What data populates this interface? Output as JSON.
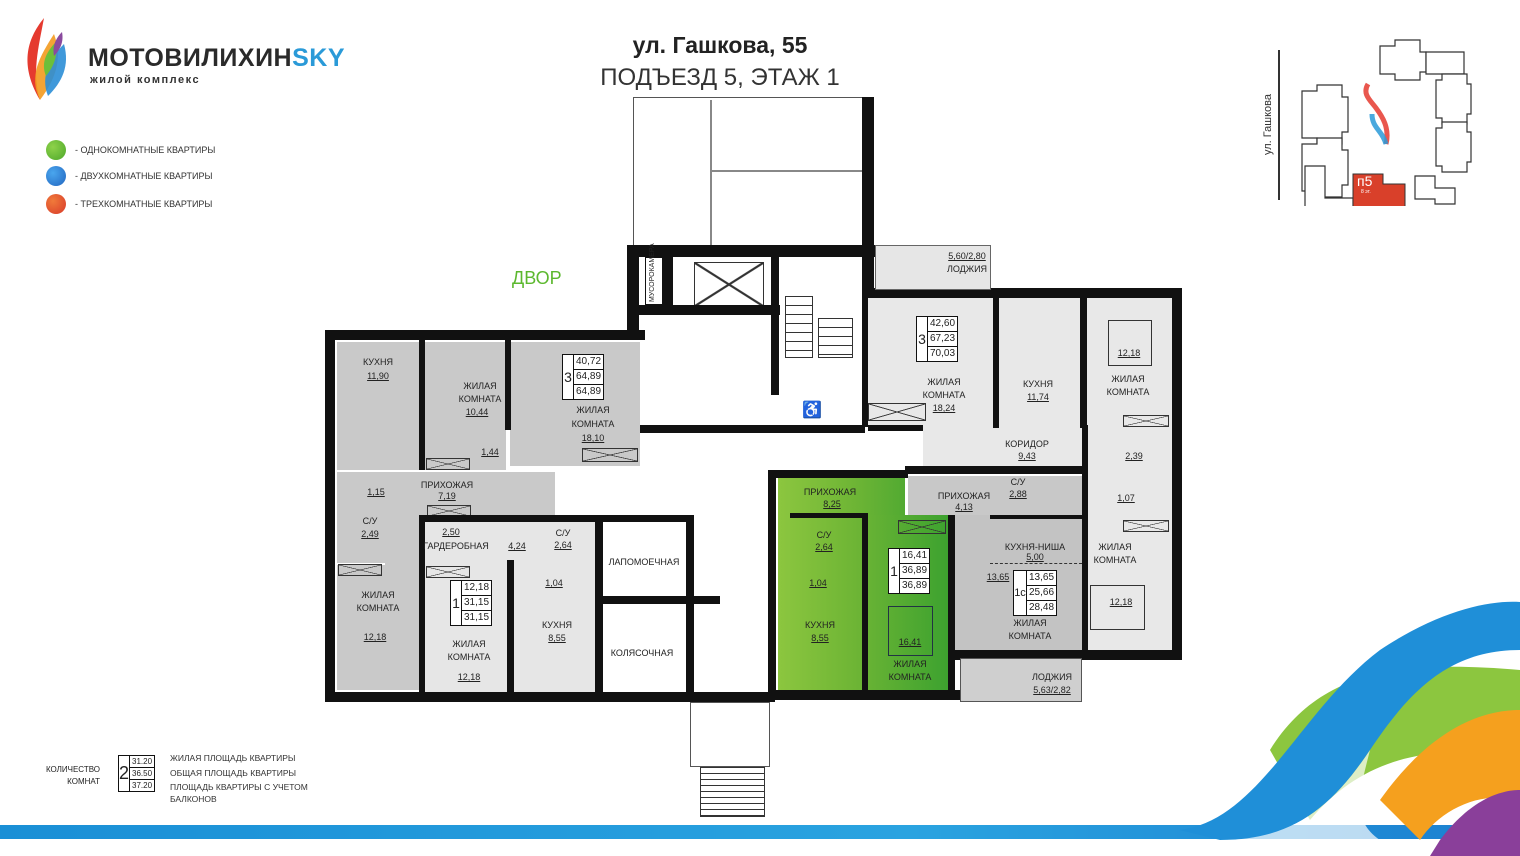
{
  "logo": {
    "name_main": "МОТОВИЛИХИН",
    "name_accent": "SKY",
    "subtitle": "жилой комплекс"
  },
  "header": {
    "address": "ул. Гашкова, 55",
    "entrance_floor": "ПОДЪЕЗД 5, ЭТАЖ 1"
  },
  "legend": [
    {
      "label": "- ОДНОКОМНАТНЫЕ КВАРТИРЫ",
      "color": "#5cb82e"
    },
    {
      "label": "- ДВУХКОМНАТНЫЕ КВАРТИРЫ",
      "color": "#2d7fd1"
    },
    {
      "label": "- ТРЕХКОМНАТНЫЕ КВАРТИРЫ",
      "color": "#e4502e"
    }
  ],
  "yard_label": "ДВОР",
  "key_map": {
    "street": "ул. Гашкова",
    "section": "п5",
    "floors": "8 эт."
  },
  "common": {
    "garbage": "МУСОРОКАМЕРА",
    "paw_wash": "ЛАПОМОЕЧНАЯ",
    "stroller": "КОЛЯСОЧНАЯ"
  },
  "apartments": {
    "left3": {
      "rooms": "3",
      "living": "40,72",
      "total": "64,89",
      "with_balcony": "64,89",
      "kitchen": "КУХНЯ",
      "kitchen_area": "11,90",
      "lr": "ЖИЛАЯ",
      "lr2": "КОМНАТА",
      "r1_area": "10,44",
      "r2_area": "18,10",
      "closet_area": "1,44",
      "hall": "ПРИХОЖАЯ",
      "hall_area": "7,19",
      "wc_area": "1,15",
      "bath": "С/У",
      "bath_area": "2,49",
      "r3_area": "12,18"
    },
    "left1": {
      "rooms": "1",
      "living": "12,18",
      "total": "31,15",
      "with_balcony": "31,15",
      "wardrobe": "ГАРДЕРОБНАЯ",
      "wardrobe_area": "2,50",
      "hall_area": "4,24",
      "bath": "С/У",
      "bath_area": "2,64",
      "wc_area": "1,04",
      "kitchen": "КУХНЯ",
      "kitchen_area": "8,55",
      "lr": "ЖИЛАЯ",
      "lr2": "КОМНАТА",
      "room_area": "12,18"
    },
    "green1": {
      "rooms": "1",
      "living": "16,41",
      "total": "36,89",
      "with_balcony": "36,89",
      "hall": "ПРИХОЖАЯ",
      "hall_area": "8,25",
      "bath": "С/У",
      "bath_area": "2,64",
      "wc_area": "1,04",
      "kitchen": "КУХНЯ",
      "kitchen_area": "8,55",
      "room_area": "16,41",
      "lr": "ЖИЛАЯ",
      "lr2": "КОМНАТА"
    },
    "right3": {
      "rooms": "3",
      "living": "42,60",
      "total": "67,23",
      "with_balcony": "70,03",
      "loggia": "ЛОДЖИЯ",
      "loggia_area": "5,60/2,80",
      "lr": "ЖИЛАЯ",
      "lr2": "КОМНАТА",
      "r1_area": "18,24",
      "kitchen": "КУХНЯ",
      "kitchen_area": "11,74",
      "r2_area": "12,18",
      "corridor": "КОРИДОР",
      "corridor_area": "9,43",
      "bath_area": "2,39",
      "wc_area": "1,07",
      "r3_area": "12,18"
    },
    "studio": {
      "rooms": "1с",
      "living": "13,65",
      "total": "25,66",
      "with_balcony": "28,48",
      "hall": "ПРИХОЖАЯ",
      "hall_area": "4,13",
      "bath": "С/У",
      "bath_area": "2,88",
      "niche": "КУХНЯ-НИША",
      "niche_area": "5,00",
      "room_area": "13,65",
      "lr": "ЖИЛАЯ",
      "lr2": "КОМНАТА",
      "loggia": "ЛОДЖИЯ",
      "loggia_area": "5,63/2,82"
    }
  },
  "key": {
    "label1": "КОЛИЧЕСТВО",
    "label2": "КОМНАТ",
    "rooms": "2",
    "v1": "31.20",
    "v2": "36.50",
    "v3": "37.20",
    "d1": "ЖИЛАЯ ПЛОЩАДЬ КВАРТИРЫ",
    "d2": "ОБЩАЯ ПЛОЩАДЬ КВАРТИРЫ",
    "d3": "ПЛОЩАДЬ КВАРТИРЫ С УЧЕТОМ",
    "d3b": "БАЛКОНОВ"
  }
}
